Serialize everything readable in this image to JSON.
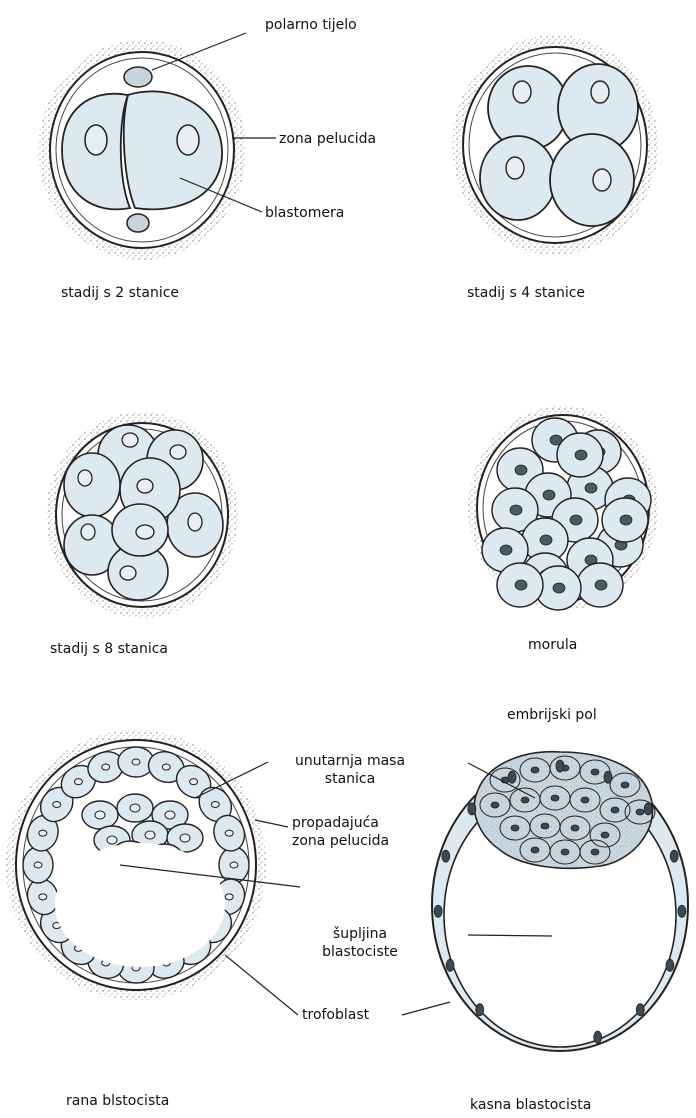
{
  "labels": {
    "polar_body": "polarno tijelo",
    "zona_pellucida": "zona pelucida",
    "blastomere": "blastomera",
    "stage2": "stadij s 2 stanice",
    "stage4": "stadij s 4 stanice",
    "stage8": "stadij s 8 stanica",
    "morula": "morula",
    "embryonic_pole": "embrijski pol",
    "inner_cell_mass_1": "unutarnja masa",
    "inner_cell_mass_2": "stanica",
    "degenerating_zona_1": "propadajuća",
    "degenerating_zona_2": "zona pelucida",
    "cavity_1": "šupljina",
    "cavity_2": "blastociste",
    "trophoblast": "trofoblast",
    "early_blastocyst": "rana blstocista",
    "late_blastocyst": "kasna blastocista"
  },
  "colors": {
    "cell_fill": "#dde9f1",
    "outline": "#222222",
    "zona_speckle": "#8a8a8a",
    "nucleus": "#e8eef2"
  }
}
